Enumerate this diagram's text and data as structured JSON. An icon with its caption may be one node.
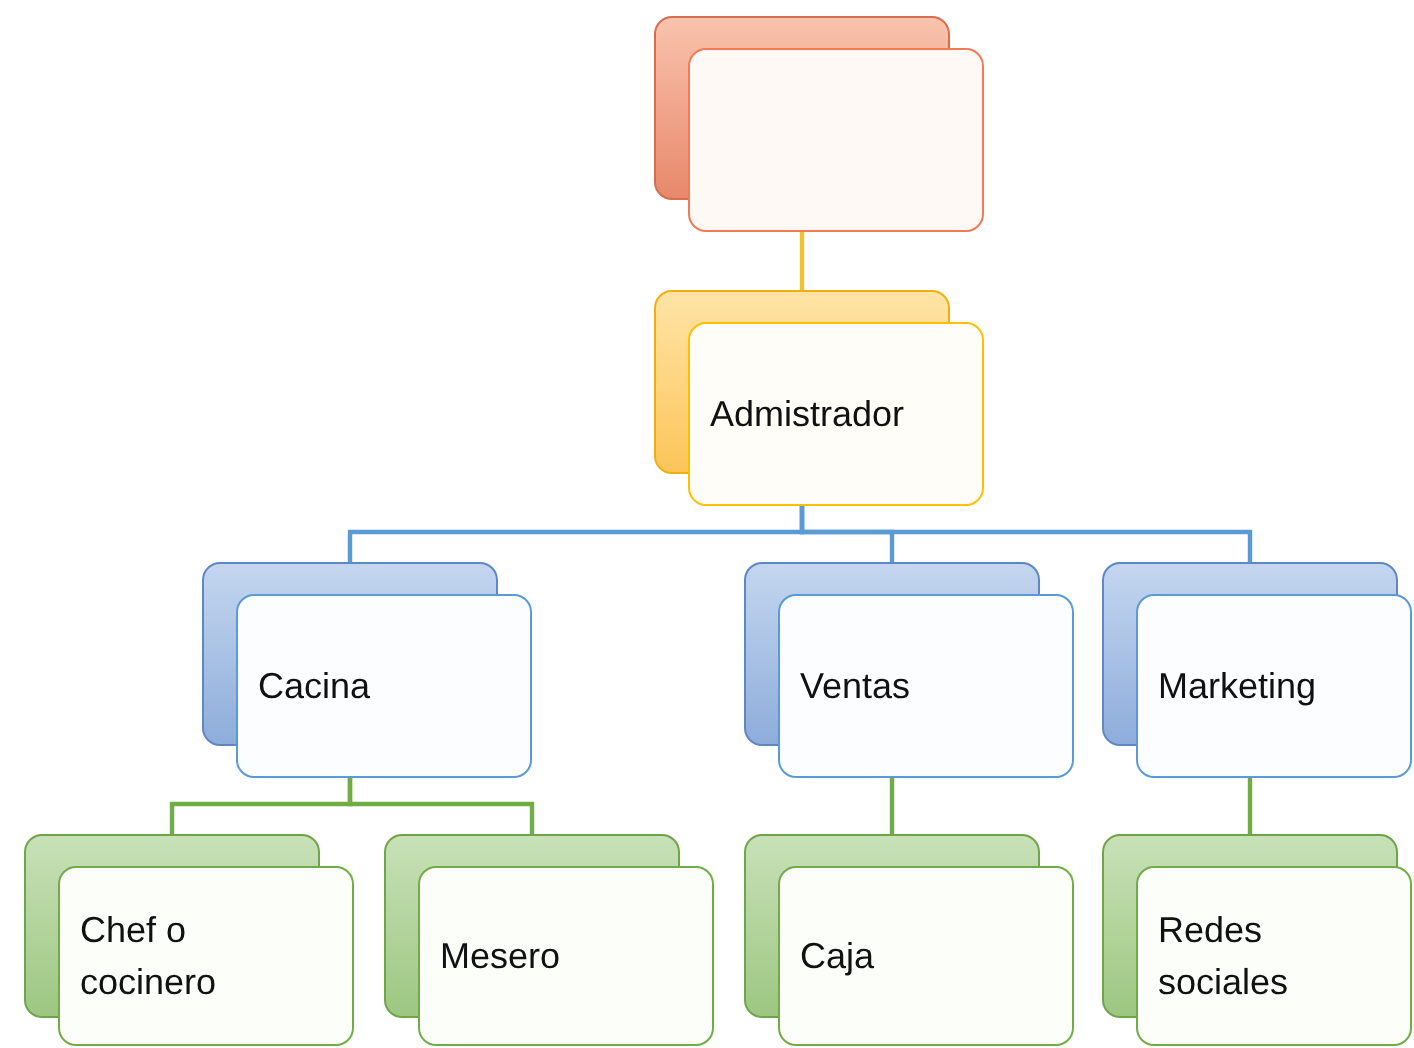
{
  "diagram": {
    "nodes": [
      {
        "text": [],
        "shape": "box"
      },
      {
        "text": [
          "Admistrador"
        ]
      },
      {
        "text": [
          "Cacina"
        ]
      },
      {
        "text": [
          "Ventas"
        ]
      },
      {
        "text": [
          "Marketing"
        ]
      },
      {
        "text": [
          "Chef o cocinero"
        ]
      },
      {
        "text": [
          "Mesero"
        ]
      },
      {
        "text": [
          "Caja"
        ]
      },
      {
        "text": [
          "Redes sociales"
        ]
      }
    ],
    "edges": [
      {
        "from": 0,
        "to": 1,
        "arrow": "none",
        "color": "#f2c12e"
      },
      {
        "from": 1,
        "to": 2,
        "arrow": "none",
        "color": "#5b9bd5"
      },
      {
        "from": 1,
        "to": 3,
        "arrow": "none",
        "color": "#5b9bd5"
      },
      {
        "from": 1,
        "to": 4,
        "arrow": "none",
        "color": "#5b9bd5"
      },
      {
        "from": 2,
        "to": 5,
        "arrow": "none",
        "color": "#70ad47"
      },
      {
        "from": 2,
        "to": 6,
        "arrow": "none",
        "color": "#70ad47"
      },
      {
        "from": 3,
        "to": 7,
        "arrow": "none",
        "color": "#70ad47"
      },
      {
        "from": 4,
        "to": 8,
        "arrow": "none",
        "color": "#70ad47"
      }
    ]
  }
}
